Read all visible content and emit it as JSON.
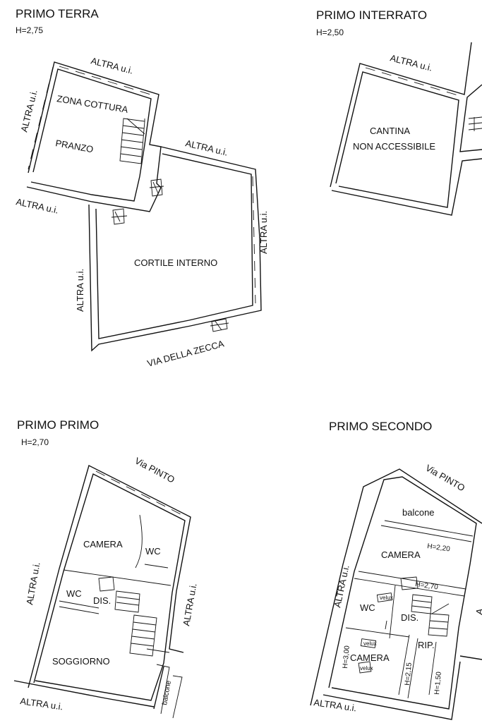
{
  "sections": {
    "terra": {
      "title": "PRIMO TERRA",
      "height": "H=2,75",
      "rooms": {
        "zona_cottura": "ZONA COTTURA",
        "pranzo": "PRANZO",
        "cortile": "CORTILE INTERNO"
      },
      "labels": {
        "altra_top": "ALTRA u.i.",
        "altra_left": "ALTRA u.i.",
        "altra_mid": "ALTRA u.i.",
        "altra_bottom_left": "ALTRA u.i.",
        "altra_lower_left": "ALTRA u.i.",
        "altra_right": "ALTRA u.i.",
        "street": "VIA DELLA ZECCA"
      }
    },
    "interrato": {
      "title": "PRIMO INTERRATO",
      "height": "H=2,50",
      "rooms": {
        "cantina": "CANTINA",
        "non_accessibile": "NON ACCESSIBILE"
      },
      "labels": {
        "altra_top": "ALTRA u.i."
      }
    },
    "primo": {
      "title": "PRIMO PRIMO",
      "height": "H=2,70",
      "rooms": {
        "camera": "CAMERA",
        "wc_upper": "WC",
        "wc_lower": "WC",
        "dis": "DIS.",
        "soggiorno": "SOGGIORNO",
        "balcone": "balcone"
      },
      "labels": {
        "street": "Via PINTO",
        "altra_left": "ALTRA u.i.",
        "altra_right": "ALTRA u.i.",
        "altra_bottom": "ALTRA u.i."
      }
    },
    "secondo": {
      "title": "PRIMO SECONDO",
      "rooms": {
        "balcone": "balcone",
        "camera_upper": "CAMERA",
        "wc": "WC",
        "dis": "DIS.",
        "rip": "RIP.",
        "camera_lower": "CAMERA"
      },
      "heights": {
        "h220": "H=2,20",
        "h270": "H=2,70",
        "h300": "H=3,00",
        "h215": "H=2,15",
        "h150": "H=1,50"
      },
      "velux": "velux",
      "labels": {
        "street": "Via PINTO",
        "altra_left": "ALTRA u.i.",
        "altra_bottom": "ALTRA u.i.",
        "altra_right_cut": "A"
      }
    }
  }
}
